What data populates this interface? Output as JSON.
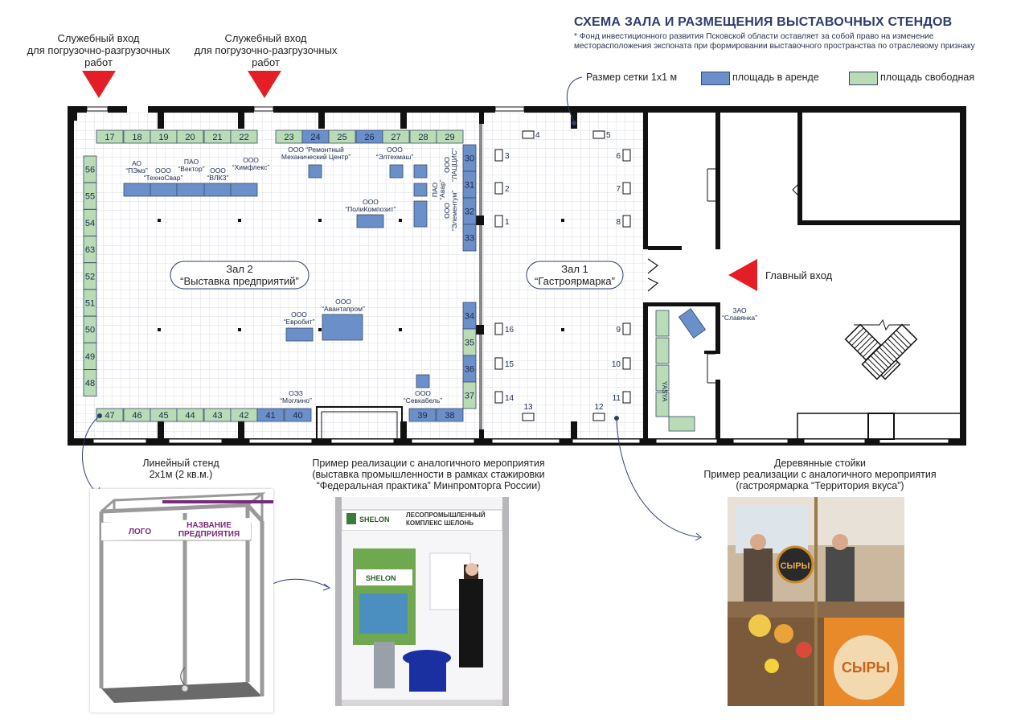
{
  "header": {
    "title": "СХЕМА ЗАЛА И РАЗМЕЩЕНИЯ ВЫСТАВОЧНЫХ СТЕНДОВ",
    "note": "* Фонд инвестиционного развития Псковской области оставляет за собой право на изменение месторасположения экспоната при формировании выставочного пространства по отраслевому признаку"
  },
  "legend": {
    "grid": "Размер сетки 1х1 м",
    "rented": "площадь в аренде",
    "free": "площадь свободная",
    "rented_color": "#6a8fc9",
    "free_color": "#b9dcb6"
  },
  "service_entrances": [
    {
      "line1": "Служебный вход",
      "line2": "для погрузочно-разгрузочных",
      "line3": "работ"
    },
    {
      "line1": "Служебный вход",
      "line2": "для погрузочно-разгрузочных",
      "line3": "работ"
    }
  ],
  "halls": {
    "hall2_line1": "Зал 2",
    "hall2_line2": "“Выставка предприятий”",
    "hall1_line1": "Зал 1",
    "hall1_line2": "“Гастроярмарка”",
    "main_entrance": "Главный вход"
  },
  "stands_top": [
    "17",
    "18",
    "19",
    "20",
    "21",
    "22",
    "23",
    "24",
    "25",
    "26",
    "27",
    "28",
    "29"
  ],
  "stands_top_rented": [
    "24",
    "26"
  ],
  "stands_left": [
    "56",
    "55",
    "54",
    "63",
    "52",
    "51",
    "50",
    "49",
    "48"
  ],
  "stands_right": [
    "30",
    "31",
    "32",
    "33",
    "34",
    "35",
    "36",
    "37"
  ],
  "stands_right_rented": [
    "30",
    "31",
    "32",
    "33",
    "34",
    "36"
  ],
  "stands_bottom": [
    "47",
    "46",
    "45",
    "44",
    "43",
    "42",
    "41",
    "40",
    "39",
    "38"
  ],
  "stands_bottom_rented": [
    "41",
    "40",
    "39",
    "38"
  ],
  "gastro_stalls": [
    "1",
    "2",
    "3",
    "4",
    "5",
    "6",
    "7",
    "8",
    "9",
    "10",
    "11",
    "12",
    "13",
    "14",
    "15",
    "16"
  ],
  "companies": {
    "pzemz": [
      "АО",
      "“ПЭмз”"
    ],
    "tehnosvar": [
      "ООО",
      "“ТехноСвар”"
    ],
    "vektor": [
      "ПАО",
      "“Вектор”"
    ],
    "vlkz": [
      "ООО",
      "“ВЛКЗ”"
    ],
    "himfleks": [
      "ООО",
      "“Химфлекс”"
    ],
    "remmeh": [
      "ООО “Ремонтный",
      "Механический Центр”"
    ],
    "elteh": [
      "ООО",
      "“Элтехмаш”"
    ],
    "avar": [
      "ПАО",
      "“Авар”"
    ],
    "elementum": [
      "ООО",
      "“Элементум”"
    ],
    "laccis": [
      "ООО",
      "“ЛАЦЦИС”"
    ],
    "polikompozit": [
      "ООО",
      "“ПолиКомпозит”"
    ],
    "avantaprom": [
      "ООО",
      "“Авантапром”"
    ],
    "evrobit": [
      "ООО",
      "“Евробит”"
    ],
    "moglino": [
      "ОЭЗ",
      "“Моглино”"
    ],
    "sevkabel": [
      "ООО",
      "“Севкабель”"
    ],
    "slavyanka": [
      "ЗАО",
      "“Славянка”"
    ],
    "yasya": "YASYA"
  },
  "captions": {
    "linear_stand_line1": "Линейный стенд",
    "linear_stand_line2": "2х1м (2 кв.м.)",
    "example1_line1": "Пример реализации с аналогичного мероприятия",
    "example1_line2": "(выставка промышленности в рамках стажировки",
    "example1_line3": "“Федеральная практика” Минпромторга России)",
    "example2_line1": "Деревянные стойки",
    "example2_line2": "Пример реализации с аналогичного мероприятия",
    "example2_line3": "(гастроярмарка “Территория вкуса”)"
  },
  "stand_mock": {
    "logo": "ЛОГО",
    "name_line1": "НАЗВАНИЕ",
    "name_line2": "ПРЕДПРИЯТИЯ"
  },
  "photo1": {
    "brand": "SHELON",
    "banner_line1": "ЛЕСОПРОМЫШЛЕННЫЙ",
    "banner_line2": "КОМПЛЕКС ШЕЛОНЬ"
  },
  "photo2": {
    "brand": "СЫРЫ"
  }
}
